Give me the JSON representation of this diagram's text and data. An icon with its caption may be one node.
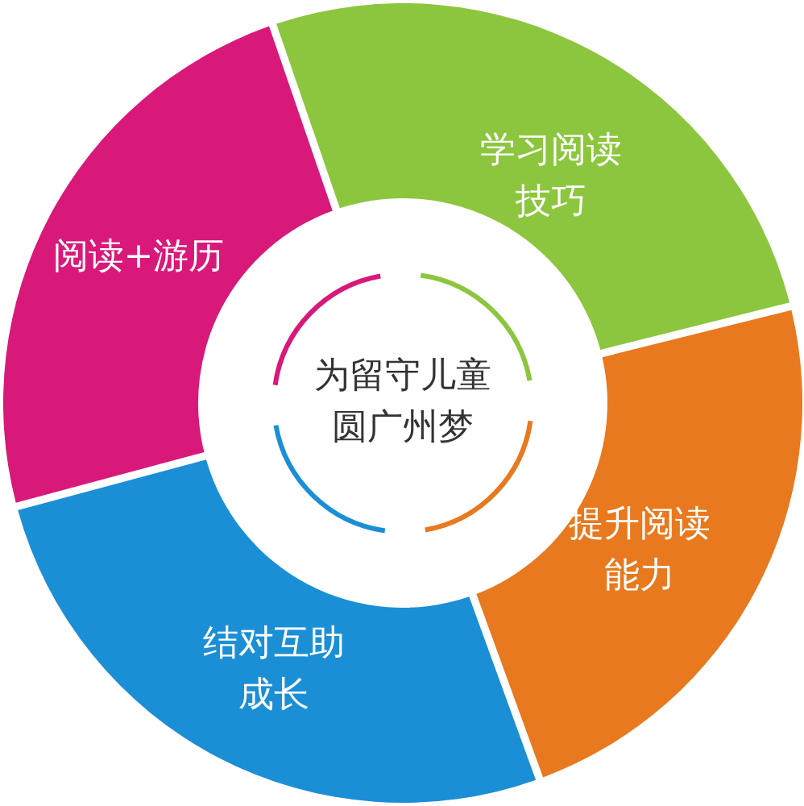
{
  "diagram": {
    "nodes": [
      {
        "text": [
          "为留守儿童圆广州梦"
        ]
      },
      {
        "text": [
          "学习阅读技巧"
        ]
      },
      {
        "text": [
          "提升阅读能力"
        ]
      },
      {
        "text": [
          "结对互助成长"
        ]
      },
      {
        "text": [
          "阅读+游历"
        ]
      }
    ]
  }
}
